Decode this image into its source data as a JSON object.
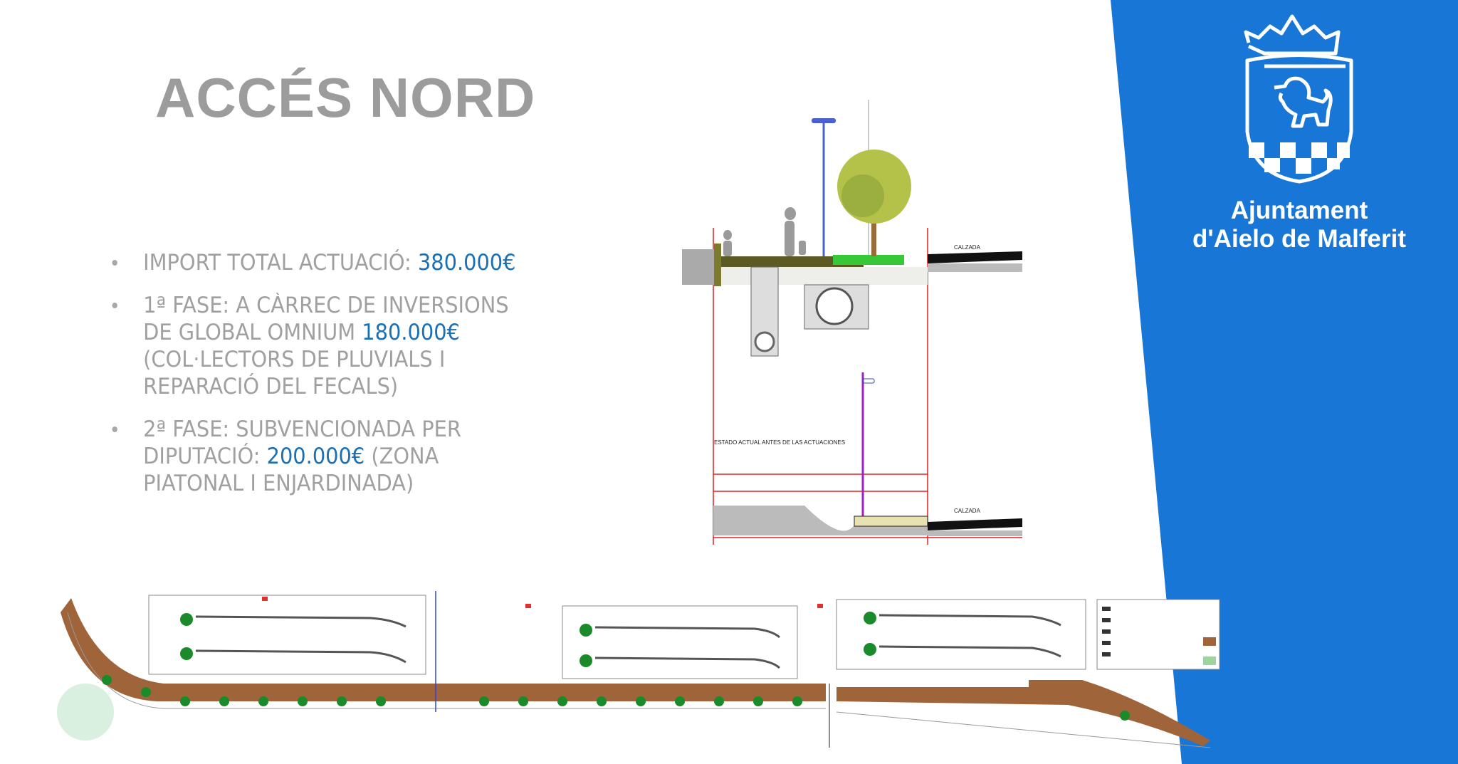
{
  "slide": {
    "title": "ACCÉS NORD",
    "bullets": [
      {
        "pre": "IMPORT TOTAL ACTUACIÓ: ",
        "amount": "380.000€",
        "post": ""
      },
      {
        "pre": "1ª FASE: A CÀRREC DE INVERSIONS DE GLOBAL OMNIUM ",
        "amount": "180.000€",
        "post": " (COL·LECTORS DE PLUVIALS I REPARACIÓ DEL FECALS)"
      },
      {
        "pre": "2ª FASE: SUBVENCIONADA PER DIPUTACIÓ: ",
        "amount": "200.000€",
        "post": " (ZONA PIATONAL I ENJARDINADA)"
      }
    ]
  },
  "brand": {
    "line1": "Ajuntament",
    "line2": "d'Aielo de Malferit",
    "color": "#1877d6"
  },
  "drawing": {
    "section_label": "ESTADO ACTUAL ANTES DE LAS ACTUACIONES",
    "road_label": "CALZADA"
  },
  "colors": {
    "amount": "#1b6fb4",
    "text": "#a0a0a0",
    "title": "#9c9c9c"
  }
}
